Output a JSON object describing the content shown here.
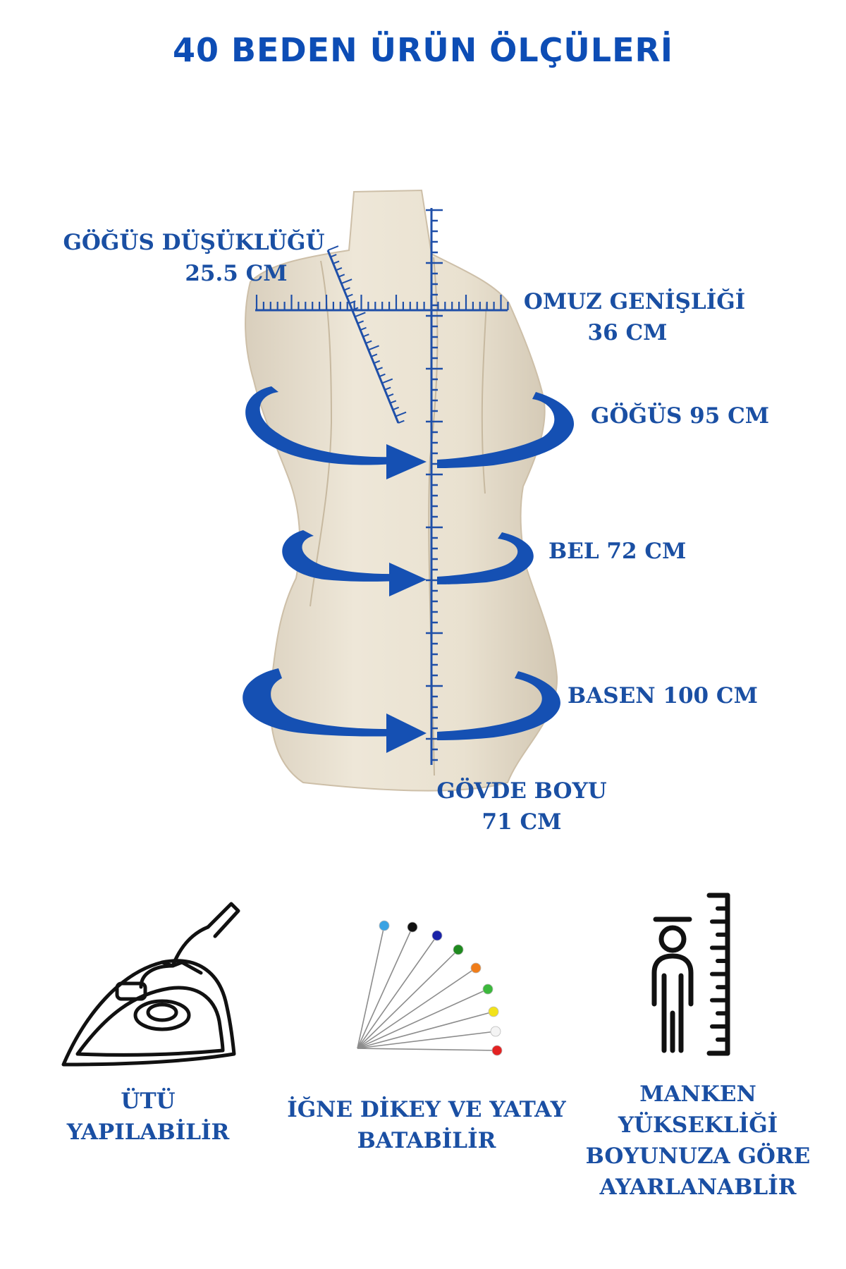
{
  "title": "40 BEDEN ÜRÜN ÖLÇÜLERİ",
  "measurements": {
    "bust_drop": {
      "name": "GÖĞÜS DÜŞÜKLÜĞÜ",
      "value": "25.5 CM"
    },
    "shoulder": {
      "name": "OMUZ GENİŞLİĞİ",
      "value": "36 CM"
    },
    "bust": {
      "label": "GÖĞÜS 95 CM"
    },
    "waist": {
      "label": "BEL 72 CM"
    },
    "hip": {
      "label": "BASEN 100 CM"
    },
    "torso_length": {
      "name": "GÖVDE BOYU",
      "value": "71 CM"
    }
  },
  "features": [
    {
      "icon": "iron-icon",
      "lines": [
        "ÜTÜ",
        "YAPILABİLİR"
      ]
    },
    {
      "icon": "pins-icon",
      "lines": [
        "İĞNE DİKEY VE YATAY",
        "BATABİLİR"
      ]
    },
    {
      "icon": "height-adjust-icon",
      "lines": [
        "MANKEN",
        "YÜKSEKLİĞİ",
        "BOYUNUZA GÖRE",
        "AYARLANABLİR"
      ]
    }
  ],
  "colors": {
    "accent": "#0d4db5",
    "label": "#1a4fa3",
    "fabric": "#ebe3d3"
  },
  "pin_colors": [
    "#3aa3e3",
    "#111111",
    "#1a23a8",
    "#1f8a1f",
    "#f07d1a",
    "#3cb83c",
    "#f2e21a",
    "#f4f4f4",
    "#e32222"
  ]
}
